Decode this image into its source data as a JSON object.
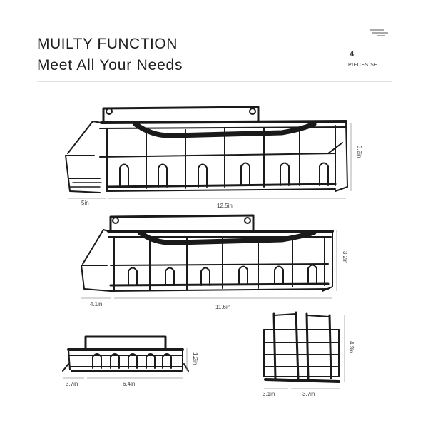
{
  "header": {
    "title_line1": "MUILTY FUNCTION",
    "title_line2": "Meet All Your Needs",
    "set_count": "4",
    "set_label": "PIECES SET"
  },
  "icons": {
    "menu": "menu-lines-icon"
  },
  "rack1": {
    "depth": "5in",
    "length": "12.5in",
    "height": "3.2in"
  },
  "rack2": {
    "depth": "4.1in",
    "length": "11.6in",
    "height": "3.2in"
  },
  "rack3": {
    "depth": "3.7in",
    "length": "6.4in",
    "height": "1.2in"
  },
  "rack4": {
    "depth": "3.1in",
    "length": "3.7in",
    "height": "4.3in"
  },
  "colors": {
    "metal": "#1a1a1a",
    "text": "#1e1e1e",
    "dimension_line": "#999999"
  }
}
